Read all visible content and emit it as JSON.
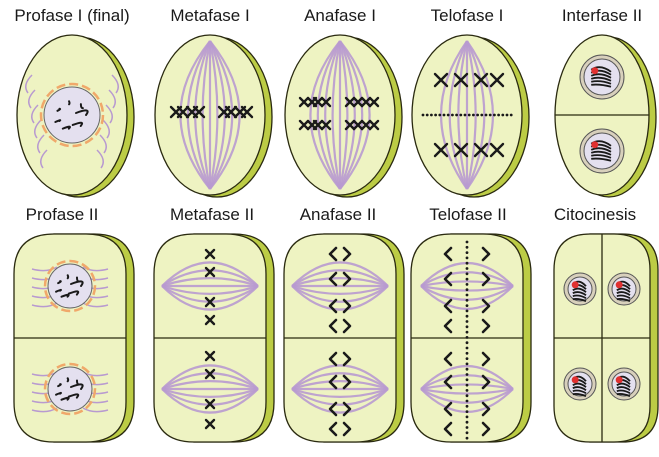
{
  "stages": [
    {
      "label": "Profase I (final)",
      "row": 0,
      "col": 0,
      "kind": "prophase1"
    },
    {
      "label": "Metafase I",
      "row": 0,
      "col": 1,
      "kind": "metaphase1"
    },
    {
      "label": "Anafase I",
      "row": 0,
      "col": 2,
      "kind": "anaphase1"
    },
    {
      "label": "Telofase I",
      "row": 0,
      "col": 3,
      "kind": "telophase1"
    },
    {
      "label": "Interfase II",
      "row": 0,
      "col": 4,
      "kind": "interphase2"
    },
    {
      "label": "Profase II",
      "row": 1,
      "col": 0,
      "kind": "prophase2"
    },
    {
      "label": "Metafase II",
      "row": 1,
      "col": 1,
      "kind": "metaphase2"
    },
    {
      "label": "Anafase II",
      "row": 1,
      "col": 2,
      "kind": "anaphase2"
    },
    {
      "label": "Telofase II",
      "row": 1,
      "col": 3,
      "kind": "telophase2"
    },
    {
      "label": "Citocinesis",
      "row": 1,
      "col": 4,
      "kind": "cytokinesis"
    }
  ],
  "colors": {
    "cell_fill": "#eef3c2",
    "cell_rim": "#bccc45",
    "cell_outline": "#2a2a10",
    "spindle": "#b89ad0",
    "chromosome": "#1a1a1a",
    "nucleus": "#e4e0ef",
    "nucleus_ring": "#f0a86a",
    "centromere_red": "#e03030"
  }
}
